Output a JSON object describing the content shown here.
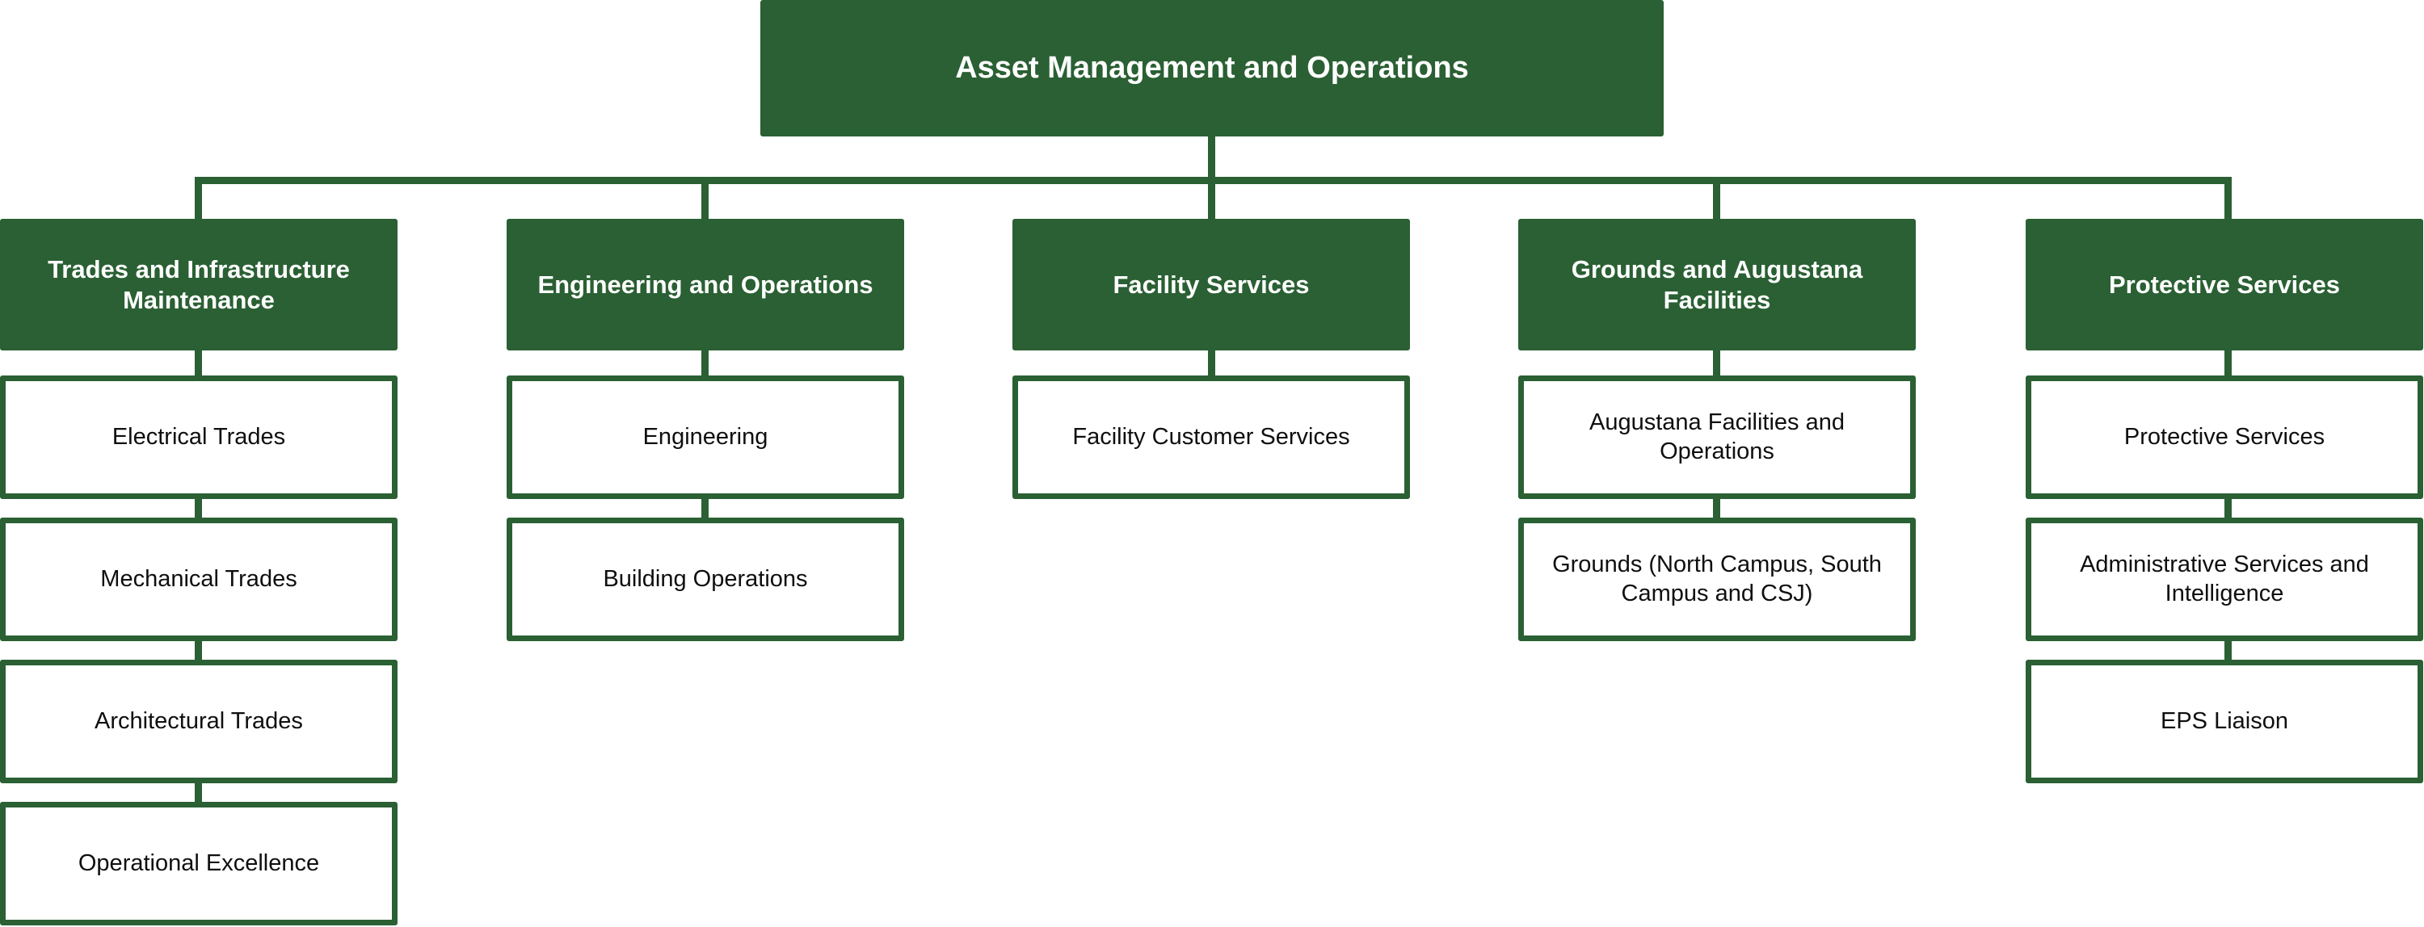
{
  "chart_title": "Asset Management and Operations",
  "colors": {
    "brand_green": "#2a6033",
    "node_text_light": "#ffffff",
    "node_text_dark": "#0f0f0f",
    "background": "#ffffff"
  },
  "root": {
    "label": "Asset Management and Operations"
  },
  "columns": [
    {
      "head": {
        "label": "Trades and Infrastructure Maintenance"
      },
      "children": [
        {
          "label": "Electrical Trades"
        },
        {
          "label": "Mechanical Trades"
        },
        {
          "label": "Architectural Trades"
        },
        {
          "label": "Operational Excellence"
        }
      ]
    },
    {
      "head": {
        "label": "Engineering and Operations"
      },
      "children": [
        {
          "label": "Engineering"
        },
        {
          "label": "Building Operations"
        }
      ]
    },
    {
      "head": {
        "label": "Facility Services"
      },
      "children": [
        {
          "label": "Facility Customer Services"
        }
      ]
    },
    {
      "head": {
        "label": "Grounds and Augustana Facilities"
      },
      "children": [
        {
          "label": "Augustana Facilities and Operations"
        },
        {
          "label": "Grounds (North Campus, South Campus and CSJ)"
        }
      ]
    },
    {
      "head": {
        "label": "Protective Services"
      },
      "children": [
        {
          "label": "Protective Services"
        },
        {
          "label": "Administrative Services and Intelligence"
        },
        {
          "label": "EPS Liaison"
        }
      ]
    }
  ]
}
